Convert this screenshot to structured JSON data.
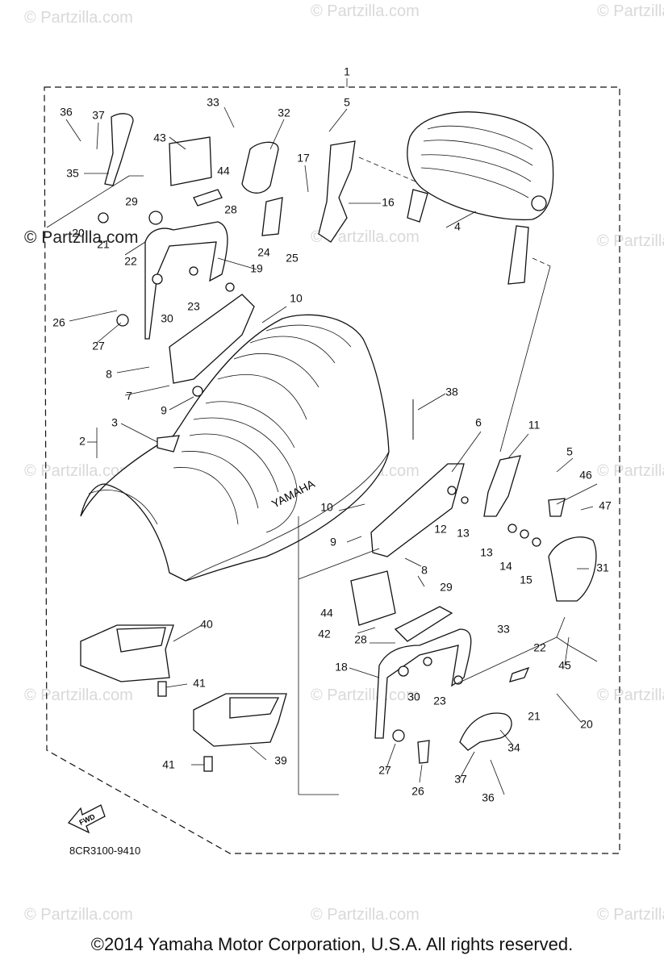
{
  "brand_watermark": "© Partzilla.com",
  "watermark_text": "© Partzilla.com",
  "diagram_code": "8CR3100-9410",
  "footer_text": "©2014  Yamaha Motor Corporation, U.S.A. All rights reserved.",
  "seat_text": "YAMAHA",
  "fwd_label": "FWD",
  "callouts": [
    "1",
    "2",
    "3",
    "4",
    "5",
    "5",
    "6",
    "7",
    "8",
    "8",
    "9",
    "9",
    "10",
    "10",
    "11",
    "12",
    "13",
    "13",
    "14",
    "15",
    "16",
    "17",
    "18",
    "19",
    "20",
    "20",
    "21",
    "21",
    "22",
    "22",
    "23",
    "23",
    "24",
    "25",
    "26",
    "26",
    "27",
    "27",
    "28",
    "28",
    "29",
    "29",
    "30",
    "30",
    "31",
    "32",
    "33",
    "33",
    "34",
    "35",
    "36",
    "36",
    "37",
    "37",
    "38",
    "39",
    "40",
    "41",
    "41",
    "42",
    "43",
    "44",
    "44",
    "45",
    "46",
    "47"
  ]
}
